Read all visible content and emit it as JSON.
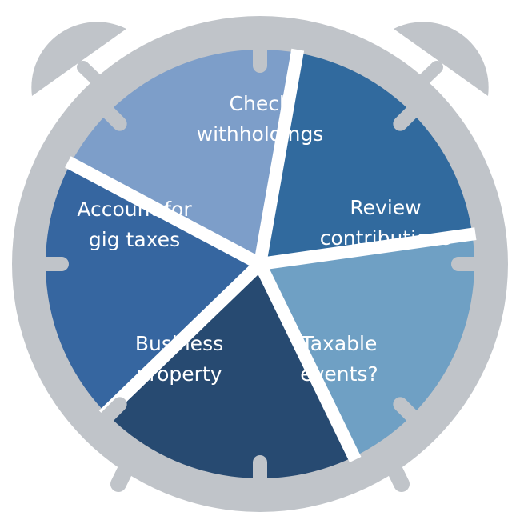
{
  "diagram": {
    "frame_color": "#c0c4c9",
    "gap_color": "#ffffff",
    "segments": [
      {
        "lines": [
          "Check",
          "withholdings"
        ],
        "color": "#7d9ec9"
      },
      {
        "lines": [
          "Review",
          "contributions"
        ],
        "color": "#316a9e"
      },
      {
        "lines": [
          "Taxable",
          "events?"
        ],
        "color": "#6fa0c4"
      },
      {
        "lines": [
          "Business",
          "property"
        ],
        "color": "#274a71"
      },
      {
        "lines": [
          "Account for",
          "gig taxes"
        ],
        "color": "#3666a0"
      }
    ]
  }
}
